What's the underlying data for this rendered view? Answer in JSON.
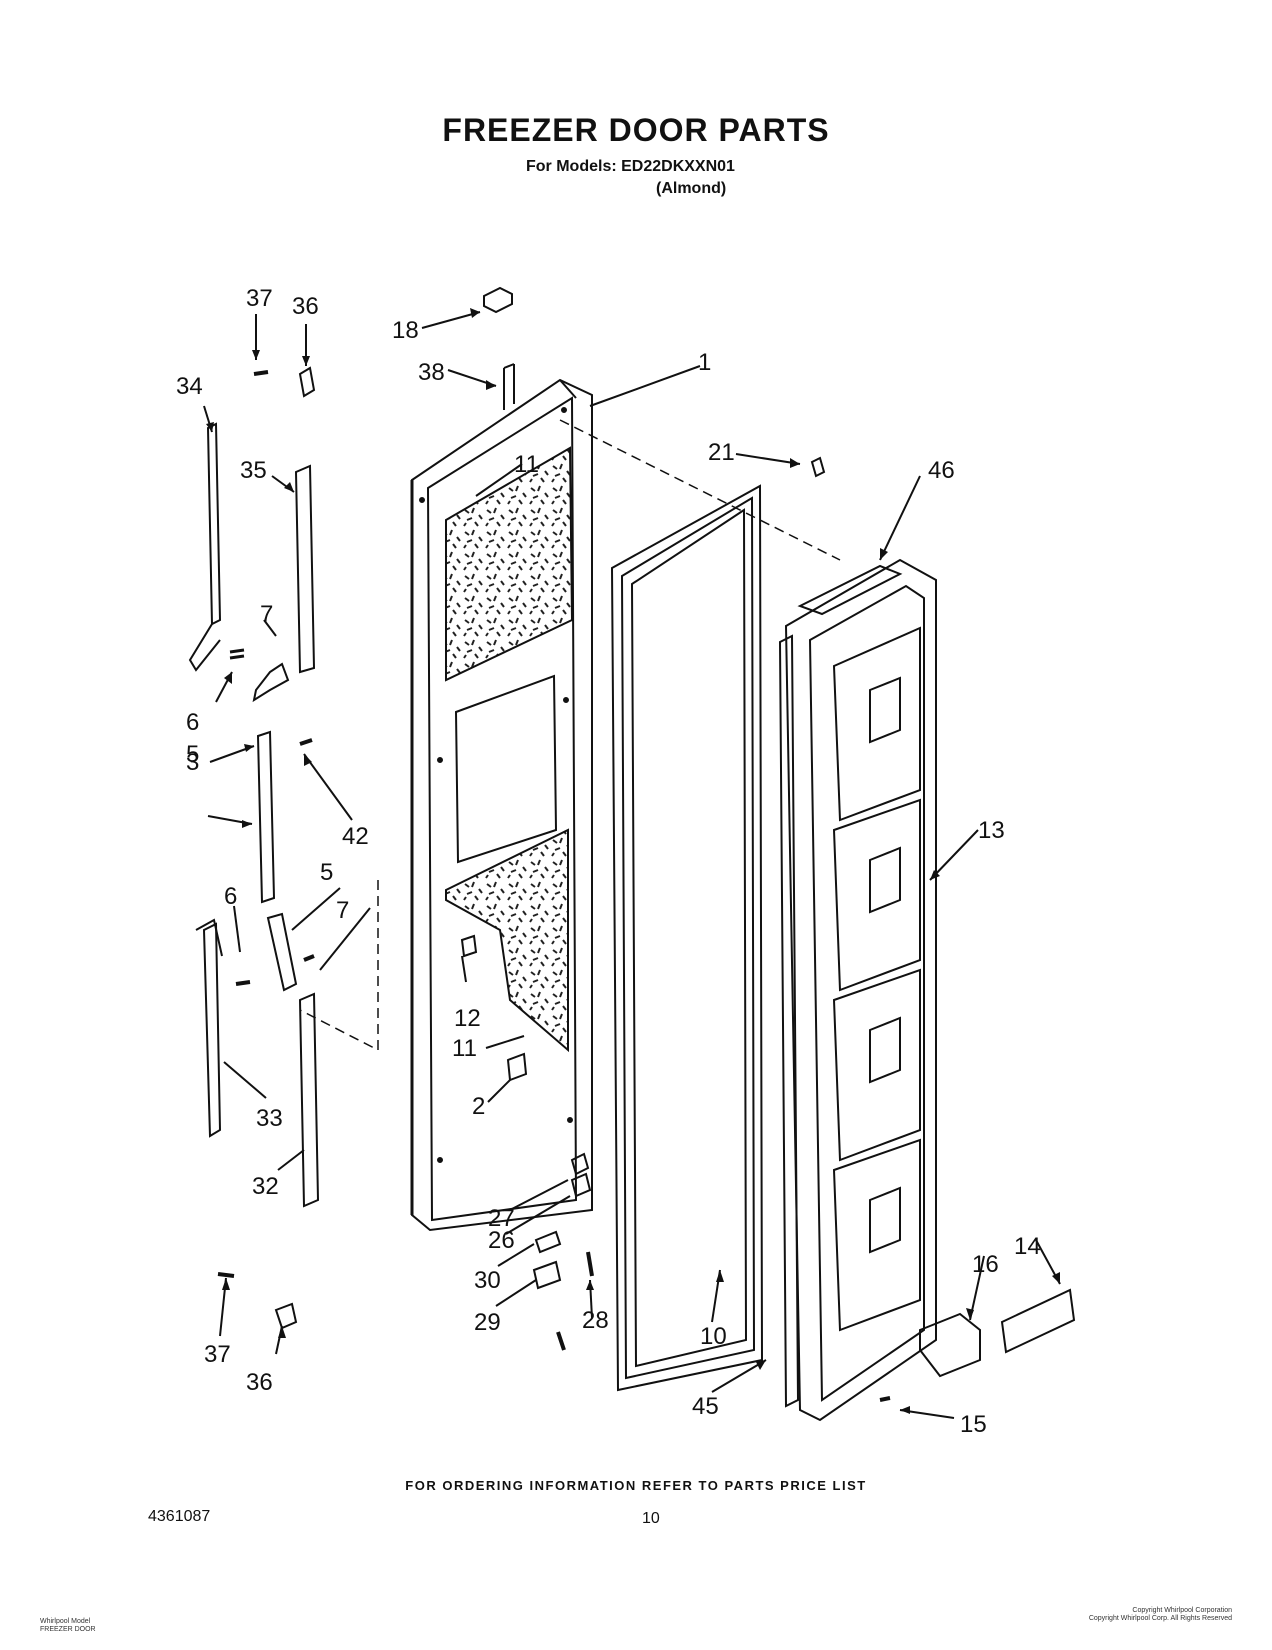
{
  "header": {
    "title": "FREEZER DOOR PARTS",
    "models_line": "For Models: ED22DKXXN01",
    "color_line": "(Almond)"
  },
  "callouts": [
    "1",
    "2",
    "3",
    "5",
    "5",
    "6",
    "6",
    "7",
    "7",
    "10",
    "11",
    "11",
    "12",
    "13",
    "14",
    "15",
    "16",
    "18",
    "21",
    "26",
    "27",
    "28",
    "29",
    "30",
    "32",
    "33",
    "34",
    "35",
    "36",
    "36",
    "37",
    "37",
    "38",
    "42",
    "45",
    "46"
  ],
  "footer": {
    "ordering_note": "FOR ORDERING INFORMATION REFER TO PARTS PRICE LIST",
    "doc_number": "4361087",
    "page_number": "10",
    "copyright_right_1": "Copyright Whirlpool Corporation",
    "copyright_right_2": "Copyright Whirlpool Corp. All Rights Reserved",
    "fine_left_1": "Whirlpool Model",
    "fine_left_2": "FREEZER DOOR"
  }
}
